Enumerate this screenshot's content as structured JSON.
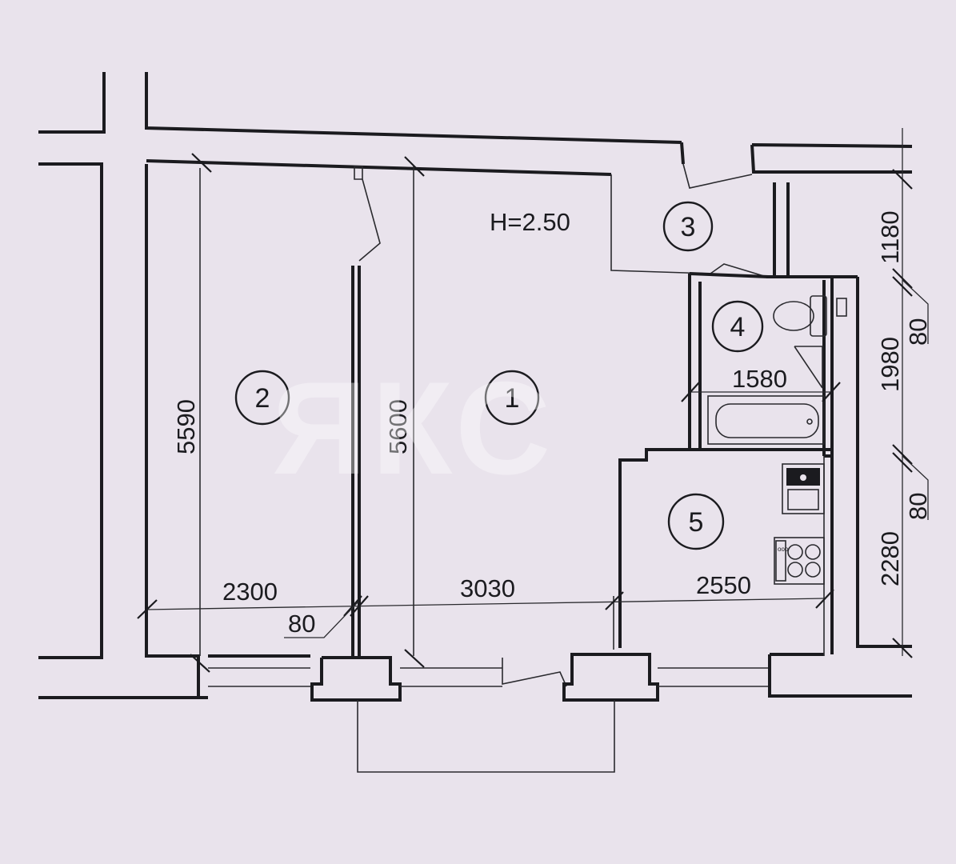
{
  "plan": {
    "height_note": "H=2.50",
    "watermark": "ЯКС",
    "rooms": [
      {
        "id": "room-1",
        "number": "1"
      },
      {
        "id": "room-2",
        "number": "2"
      },
      {
        "id": "room-3",
        "number": "3"
      },
      {
        "id": "room-4",
        "number": "4"
      },
      {
        "id": "room-5",
        "number": "5"
      }
    ],
    "dimensions": {
      "room2_width": "2300",
      "room1_width": "3030",
      "room5_width": "2550",
      "partition_thickness": "80",
      "room2_depth": "5590",
      "room1_depth": "5600",
      "bath_width": "1580",
      "right_segment_top": "1180",
      "right_wall_upper": "80",
      "right_segment_middle": "1980",
      "right_wall_lower": "80",
      "right_segment_bottom": "2280"
    },
    "colors": {
      "paper": "#e9e3ec",
      "ink": "#1b1b1f"
    }
  }
}
